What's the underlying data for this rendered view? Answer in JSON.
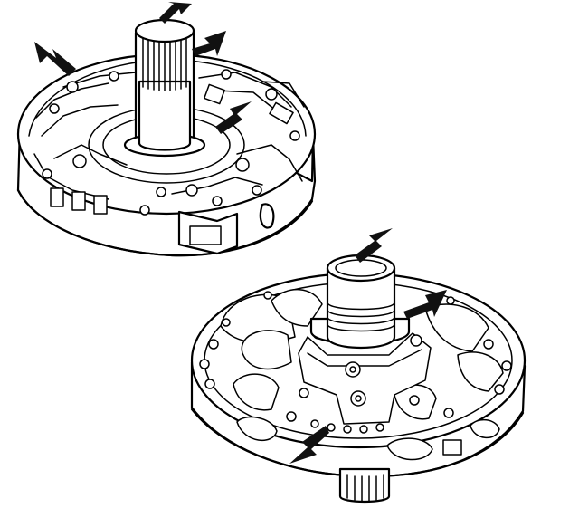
{
  "figure": {
    "subject": "",
    "views": [
      {
        "id": "upper-assembly",
        "arrow_count": 4
      },
      {
        "id": "lower-assembly",
        "arrow_count": 3
      }
    ],
    "colors": {
      "line": "#000000",
      "background": "#ffffff",
      "arrow": "#111111"
    }
  }
}
